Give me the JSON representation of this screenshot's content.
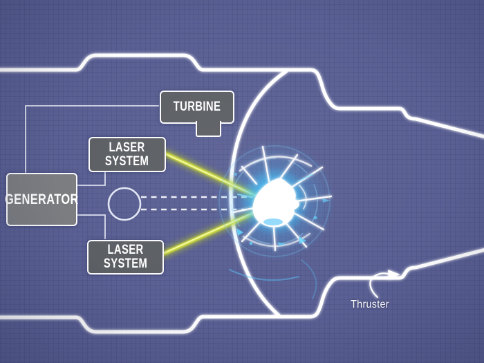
{
  "boxes": {
    "turbine": {
      "label": "TURBINE"
    },
    "laser_top": {
      "line1": "LASER",
      "line2": "SYSTEM"
    },
    "generator": {
      "label": "GENERATOR"
    },
    "laser_bottom": {
      "line1": "LASER",
      "line2": "SYSTEM"
    }
  },
  "annotations": {
    "thruster_label": "Thruster"
  },
  "colors": {
    "background": "#5a6093",
    "hull_outline": "#ffffff",
    "component_fill": "#5c5f64",
    "generator_fill": "#7b7d81",
    "connector_line": "#e2e6f3",
    "dashed_line": "#eef0f8",
    "laser_beam": "#d9e636",
    "plasma_glow": "#38c9ff",
    "plasma_core": "#ffffff",
    "label_text": "#ffffff"
  }
}
